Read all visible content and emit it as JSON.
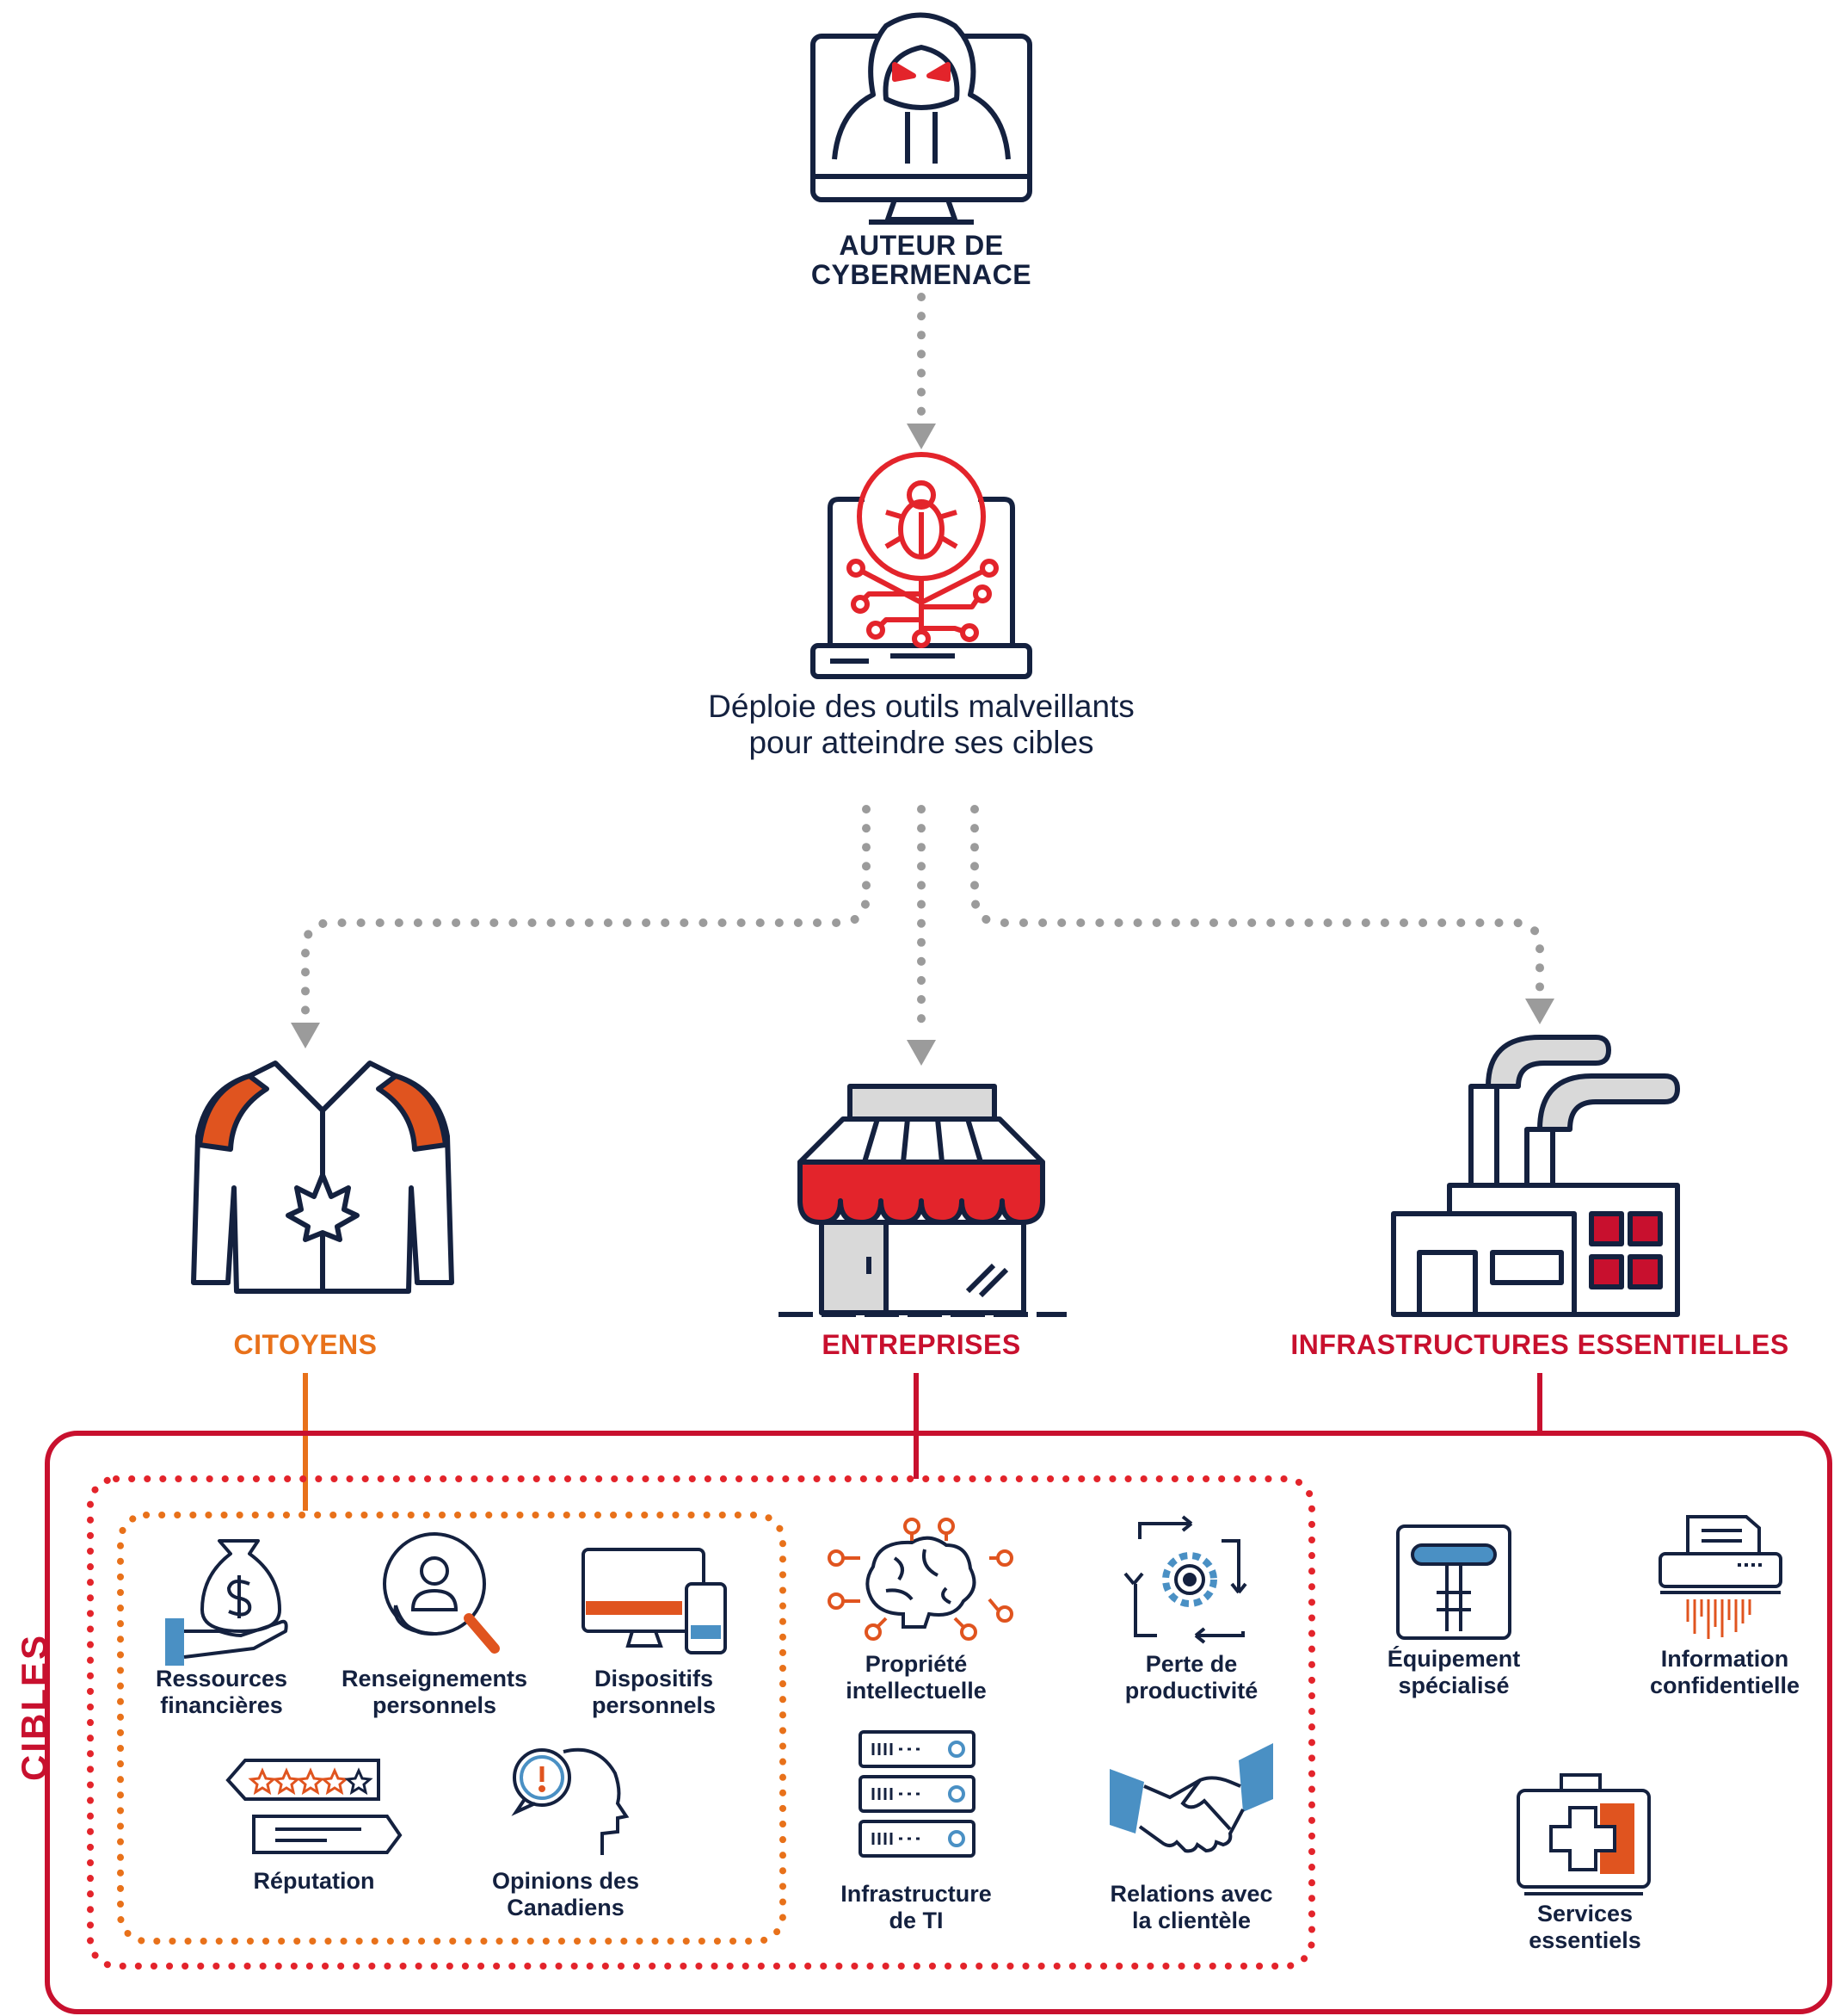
{
  "actor": {
    "label": "AUTEUR DE CYBERMENACE"
  },
  "malware": {
    "description": "Déploie des outils malveillants pour atteindre ses cibles"
  },
  "categories": {
    "citoyens": "CITOYENS",
    "entreprises": "ENTREPRISES",
    "infrastructures": "INFRASTRUCTURES ESSENTIELLES"
  },
  "targets": {
    "title": "CIBLES",
    "items": {
      "ressources": "Ressources financières",
      "renseignements": "Renseignements personnels",
      "dispositifs": "Dispositifs personnels",
      "reputation": "Réputation",
      "opinions": "Opinions des Canadiens",
      "propriete": "Propriété intellectuelle",
      "productivite": "Perte de productivité",
      "infra_ti": "Infrastructure de TI",
      "relations": "Relations avec la clientèle",
      "equipement": "Équipement spécialisé",
      "information": "Information confidentielle",
      "services": "Services essentiels"
    }
  },
  "colors": {
    "navy": "#14213f",
    "red": "#c8102e",
    "bright_red": "#e3242b",
    "orange": "#e8711a",
    "gray": "#9b9b9b",
    "light_gray": "#d9d9d9",
    "blue": "#4a90c4"
  }
}
